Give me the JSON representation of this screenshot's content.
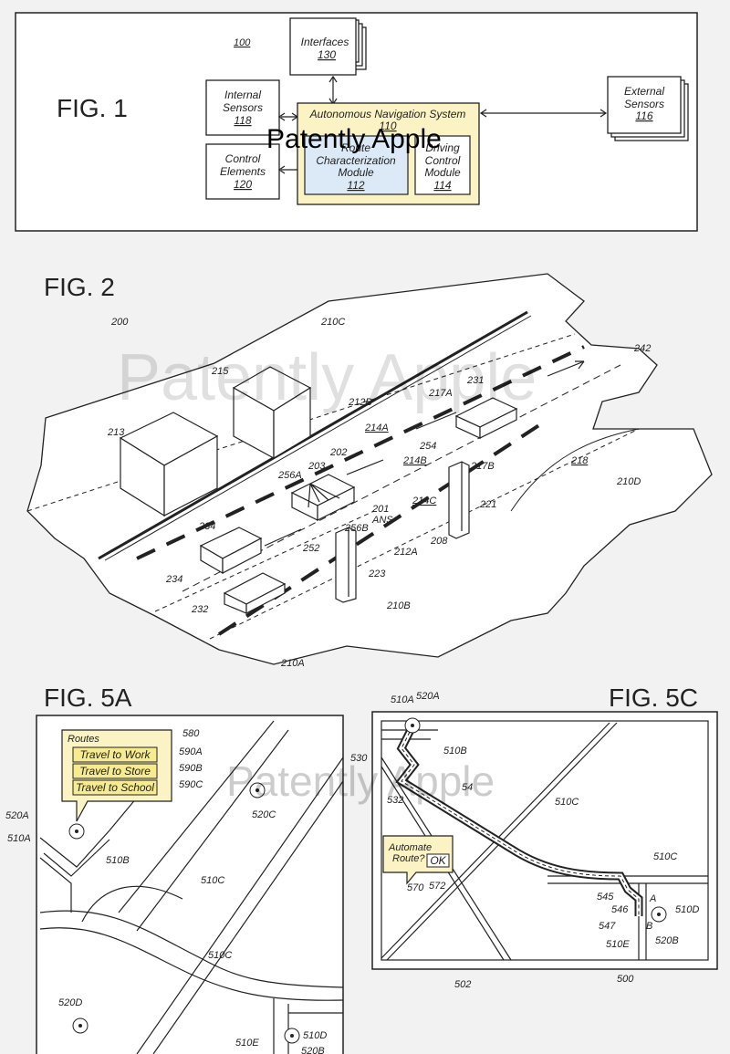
{
  "fig1": {
    "title": "FIG. 1",
    "ref": "100",
    "interfaces": {
      "label": "Interfaces",
      "ref": "130"
    },
    "internal_sensors": {
      "label1": "Internal",
      "label2": "Sensors",
      "ref": "118"
    },
    "control_elements": {
      "label1": "Control",
      "label2": "Elements",
      "ref": "120"
    },
    "ans": {
      "label": "Autonomous Navigation System",
      "ref": "110"
    },
    "route_module": {
      "label1": "Route",
      "label2": "Characterization",
      "label3": "Module",
      "ref": "112"
    },
    "driving_module": {
      "label1": "Driving",
      "label2": "Control",
      "label3": "Module",
      "ref": "114"
    },
    "external_sensors": {
      "label1": "External",
      "label2": "Sensors",
      "ref": "116"
    },
    "colors": {
      "ans_fill": "#fbf3c4",
      "route_fill": "#dceaf7"
    }
  },
  "fig2": {
    "title": "FIG. 2",
    "labels": {
      "l200": "200",
      "l210C": "210C",
      "l242": "242",
      "l215": "215",
      "l231": "231",
      "l213": "213",
      "l212B": "212B",
      "l217A": "217A",
      "l214A": "214A",
      "l202": "202",
      "l203": "203",
      "l256A": "256A",
      "l254": "254",
      "l214B": "214B",
      "l217B": "217B",
      "l218": "218",
      "l210D": "210D",
      "l201": "201",
      "l ANS": "ANS",
      "l214C": "214C",
      "l221": "221",
      "l256B": "256B",
      "l234a": "234",
      "l234b": "234",
      "l252": "252",
      "l212A": "212A",
      "l208": "208",
      "l223": "223",
      "l232": "232",
      "l210B": "210B",
      "l210A": "210A"
    }
  },
  "fig5a": {
    "title": "FIG. 5A",
    "popup_title": "Routes",
    "routes": [
      "Travel to Work",
      "Travel to Store",
      "Travel to School"
    ],
    "labels": {
      "l580": "580",
      "l590A": "590A",
      "l590B": "590B",
      "l590C": "590C",
      "l520A": "520A",
      "l510A": "510A",
      "l510B": "510B",
      "l520C": "520C",
      "l510C1": "510C",
      "l510C2": "510C",
      "l520D": "520D",
      "l510E": "510E",
      "l510D": "510D",
      "l520B": "520B"
    },
    "colors": {
      "popup_fill": "#fbf3c4",
      "route_fill": "#f7eb8f"
    }
  },
  "fig5c": {
    "title": "FIG. 5C",
    "prompt_line1": "Automate",
    "prompt_line2": "Route?",
    "ok": "OK",
    "labels": {
      "l510A": "510A",
      "l520A": "520A",
      "l510B": "510B",
      "l530": "530",
      "l532": "532",
      "l54": "54",
      "l510C1": "510C",
      "l510C2": "510C",
      "l570": "570",
      "l572": "572",
      "l545": "545",
      "l546": "546",
      "l547": "547",
      "lA": "A",
      "lB": "B",
      "l510D": "510D",
      "l510E": "510E",
      "l520B": "520B",
      "l502": "502",
      "l500": "500"
    }
  },
  "watermark": "Patently Apple"
}
